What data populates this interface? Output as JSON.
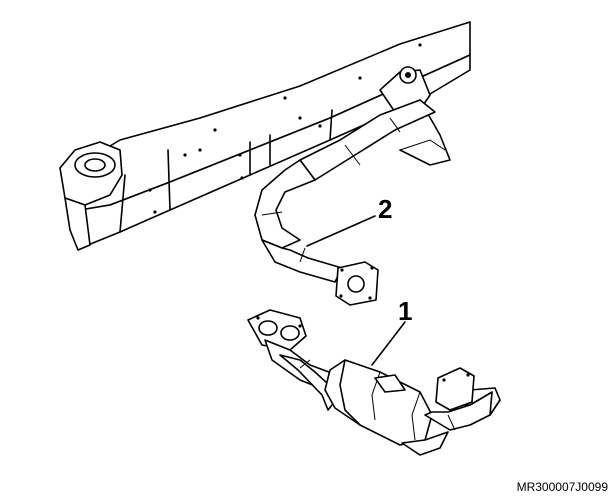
{
  "diagram": {
    "callouts": [
      {
        "id": "1",
        "text": "1",
        "part": "catalytic-converter"
      },
      {
        "id": "2",
        "text": "2",
        "part": "front-exhaust-pipe"
      }
    ],
    "reference_code": "MR300007J0099"
  },
  "colors": {
    "line": "#000000",
    "background": "#ffffff"
  }
}
